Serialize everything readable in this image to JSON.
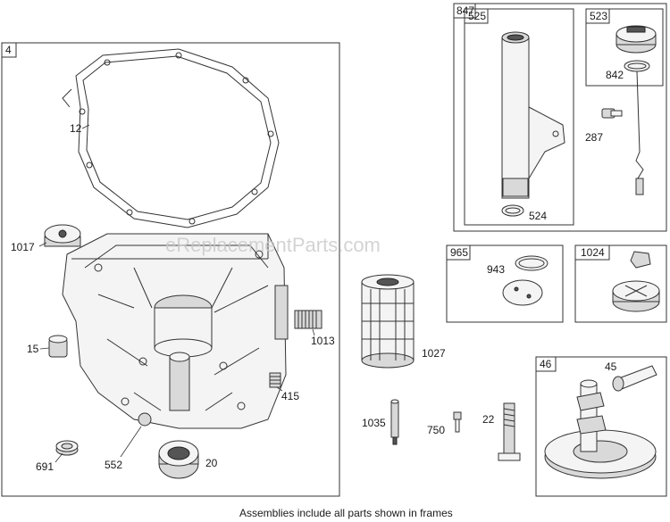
{
  "watermark": "eReplacementParts.com",
  "footer_note": "Assemblies include all parts shown in frames",
  "frames": {
    "crankcase_frame": "4",
    "dipstick_frame": "847",
    "dipstick_tube_frame": "525",
    "dipstick_cap_frame": "523",
    "cover_frame": "965",
    "oil_cap_frame": "1024",
    "camshaft_frame": "46"
  },
  "parts": {
    "gasket": "12",
    "drain_plug": "1017",
    "plug_15": "15",
    "seal_691": "691",
    "plug_552": "552",
    "oil_seal": "20",
    "oil_filter": "1027",
    "filter_screen": "1013",
    "breather": "415",
    "pin": "1035",
    "screw_750": "750",
    "bolt_22": "22",
    "oring_524": "524",
    "screw_287": "287",
    "oring_842": "842",
    "oring_943": "943",
    "lifter": "45"
  }
}
